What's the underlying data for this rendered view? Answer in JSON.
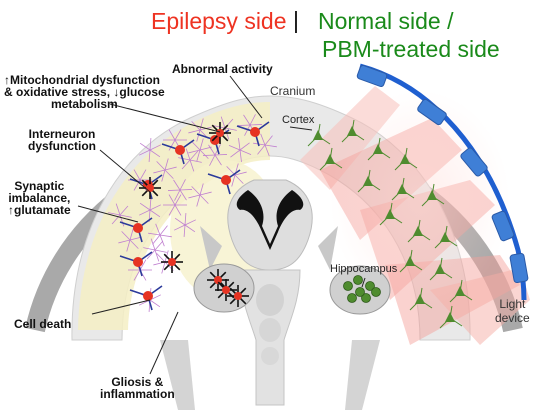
{
  "title": {
    "epilepsy": "Epilepsy side",
    "separator": "|",
    "normal": "Normal side /",
    "pbm": "PBM-treated side"
  },
  "labels": {
    "mito_line1": "↑Mitochondrial dysfunction",
    "mito_line2": "& oxidative stress, ↓glucose",
    "mito_line3": "metabolism",
    "abnormal": "Abnormal  activity",
    "interneuron_line1": "Interneuron",
    "interneuron_line2": "dysfunction",
    "synaptic_line1": "Synaptic",
    "synaptic_line2": "imbalance,",
    "synaptic_line3": "↑glutamate",
    "cell_death": "Cell death",
    "gliosis_line1": "Gliosis &",
    "gliosis_line2": "inflammation",
    "cranium": "Cranium",
    "cortex": "Cortex",
    "hippocampus": "Hippocampus",
    "light_line1": "Light",
    "light_line2": "device"
  },
  "colors": {
    "epilepsy_title": "#ee3322",
    "normal_title": "#1a8a1a",
    "cranium": "#a8a8a8",
    "device_blue": "#3f7fd6",
    "device_arc": "#1f5fd0",
    "light_beam": "#f4a6a0",
    "neuron_red": "#e63322",
    "neuron_green": "#4f8c2f",
    "astrocyte_purple": "#c080d0",
    "inflammation_yellow": "#f5f0c8"
  }
}
